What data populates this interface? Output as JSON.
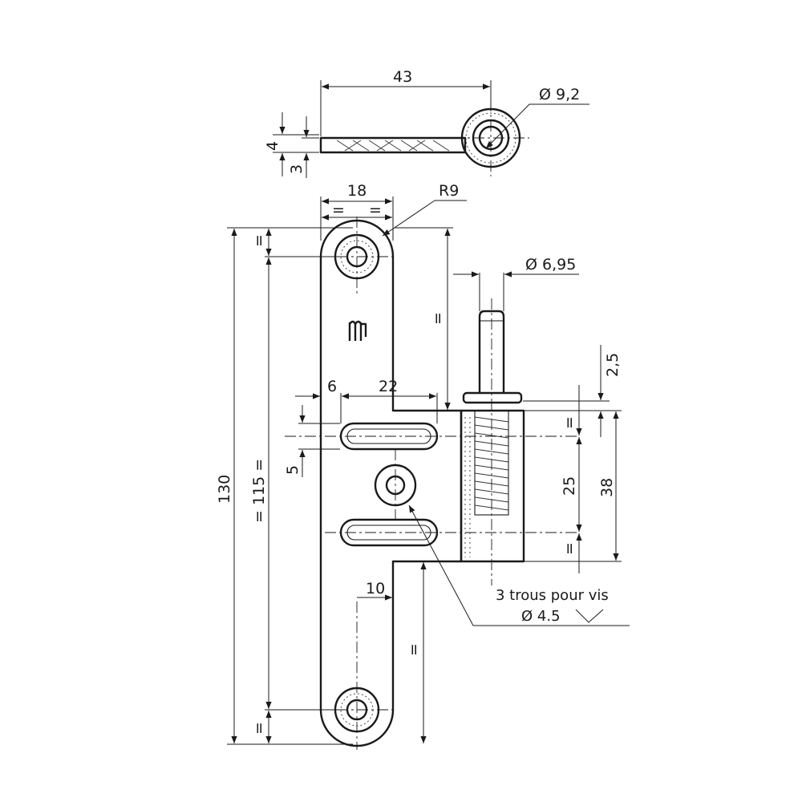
{
  "dimensions": {
    "top_length": "43",
    "top_hole_dia": "Ø 9,2",
    "top_thickness_a": "4",
    "top_thickness_b": "3",
    "plate_width": "18",
    "equal_mark": "=",
    "equal_mark_v": "=",
    "radius": "R9",
    "pin_dia": "Ø 6,95",
    "gap": "2,5",
    "slot_offset": "6",
    "slot_length": "22",
    "slot_width": "5",
    "hole_spacing": "25",
    "knuckle_height": "38",
    "total_height": "130",
    "hole_pitch": "= 115 =",
    "lower_step": "10"
  },
  "notes": {
    "screw_line1": "3 trous pour vis",
    "screw_line2": "Ø 4.5"
  }
}
